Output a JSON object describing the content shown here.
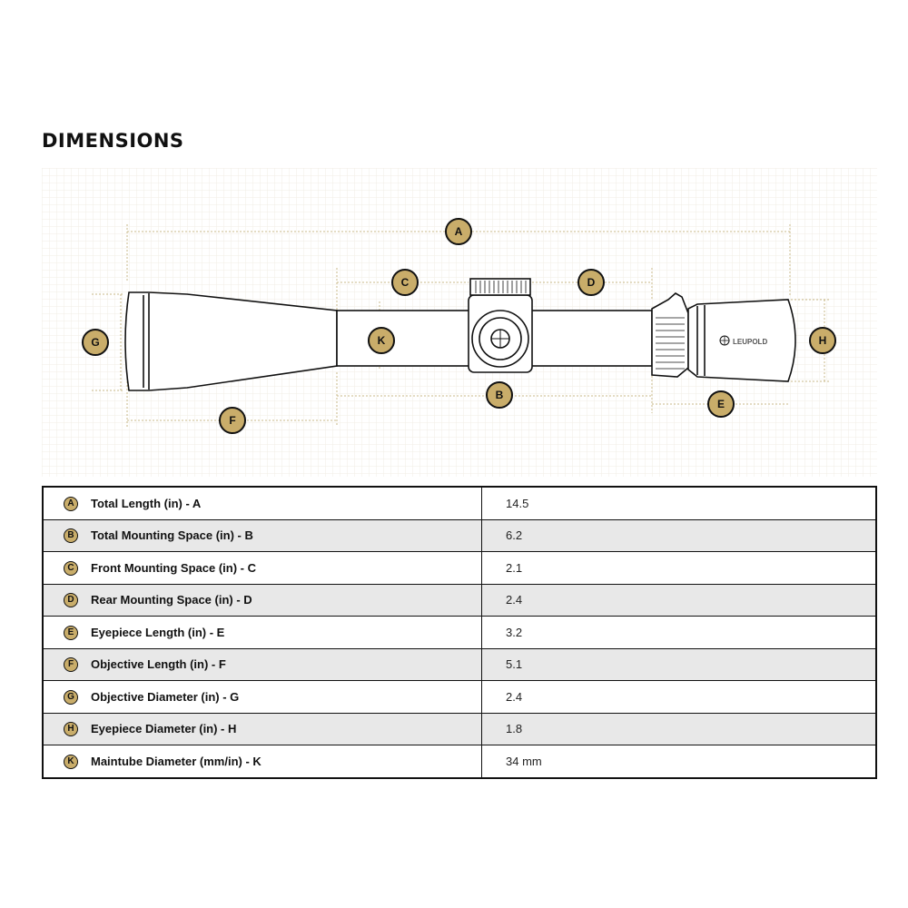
{
  "header": {
    "title": "DIMENSIONS"
  },
  "diagram": {
    "brand_logo_text": "LEUPOLD",
    "callouts": [
      "A",
      "B",
      "C",
      "D",
      "E",
      "F",
      "G",
      "H",
      "K"
    ],
    "colors": {
      "gold": "#c9ad6a",
      "line": "#c8b98a",
      "outline": "#111111"
    }
  },
  "table": {
    "rows": [
      {
        "letter": "A",
        "label": "Total Length (in) - A",
        "value": "14.5"
      },
      {
        "letter": "B",
        "label": "Total Mounting Space (in) - B",
        "value": "6.2"
      },
      {
        "letter": "C",
        "label": "Front Mounting Space (in) - C",
        "value": "2.1"
      },
      {
        "letter": "D",
        "label": "Rear Mounting Space (in) - D",
        "value": "2.4"
      },
      {
        "letter": "E",
        "label": "Eyepiece Length (in) - E",
        "value": "3.2"
      },
      {
        "letter": "F",
        "label": "Objective Length (in) - F",
        "value": "5.1"
      },
      {
        "letter": "G",
        "label": "Objective Diameter (in) - G",
        "value": "2.4"
      },
      {
        "letter": "H",
        "label": "Eyepiece Diameter (in) - H",
        "value": "1.8"
      },
      {
        "letter": "K",
        "label": "Maintube Diameter (mm/in) - K",
        "value": "34 mm"
      }
    ]
  }
}
